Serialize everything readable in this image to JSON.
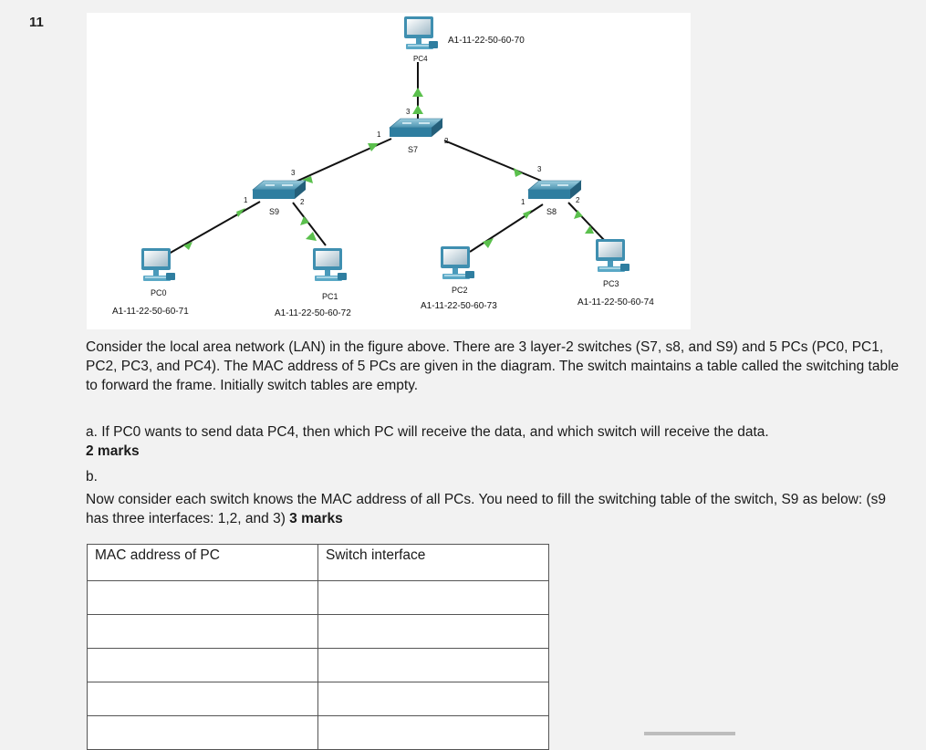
{
  "question_number": "11",
  "diagram": {
    "switches": [
      {
        "id": "S7",
        "label": "S7",
        "ports": [
          "1",
          "2",
          "3"
        ]
      },
      {
        "id": "S9",
        "label": "S9",
        "ports": [
          "1",
          "2",
          "3"
        ]
      },
      {
        "id": "S8",
        "label": "S8",
        "ports": [
          "1",
          "2",
          "3"
        ]
      }
    ],
    "pcs": [
      {
        "id": "PC0",
        "label": "PC0",
        "mac": "A1-11-22-50-60-71"
      },
      {
        "id": "PC1",
        "label": "PC1",
        "mac": "A1-11-22-50-60-72"
      },
      {
        "id": "PC2",
        "label": "PC2",
        "mac": "A1-11-22-50-60-73"
      },
      {
        "id": "PC3",
        "label": "PC3",
        "mac": "A1-11-22-50-60-74"
      },
      {
        "id": "PC4",
        "label": "PC4",
        "mac": "A1-11-22-50-60-70"
      }
    ]
  },
  "intro_text": "Consider the local area network (LAN) in the figure above. There are 3 layer-2 switches (S7, s8, and S9) and 5 PCs (PC0, PC1, PC2, PC3, and PC4). The MAC address of 5 PCs are given in the diagram. The switch maintains a table called the switching table to forward the frame. Initially switch tables are empty.",
  "part_a": {
    "text": "a. If PC0 wants to send data PC4, then which PC will receive the data, and which switch will receive the data.",
    "marks": "2 marks"
  },
  "part_b": {
    "label": "b.",
    "text": "Now consider each switch knows the MAC address of all PCs. You need to fill the switching table of the switch, S9 as below: (s9 has three interfaces: 1,2, and 3)",
    "marks": "3 marks"
  },
  "table": {
    "headers": [
      "MAC address of PC",
      "Switch interface"
    ],
    "empty_rows": 5
  }
}
